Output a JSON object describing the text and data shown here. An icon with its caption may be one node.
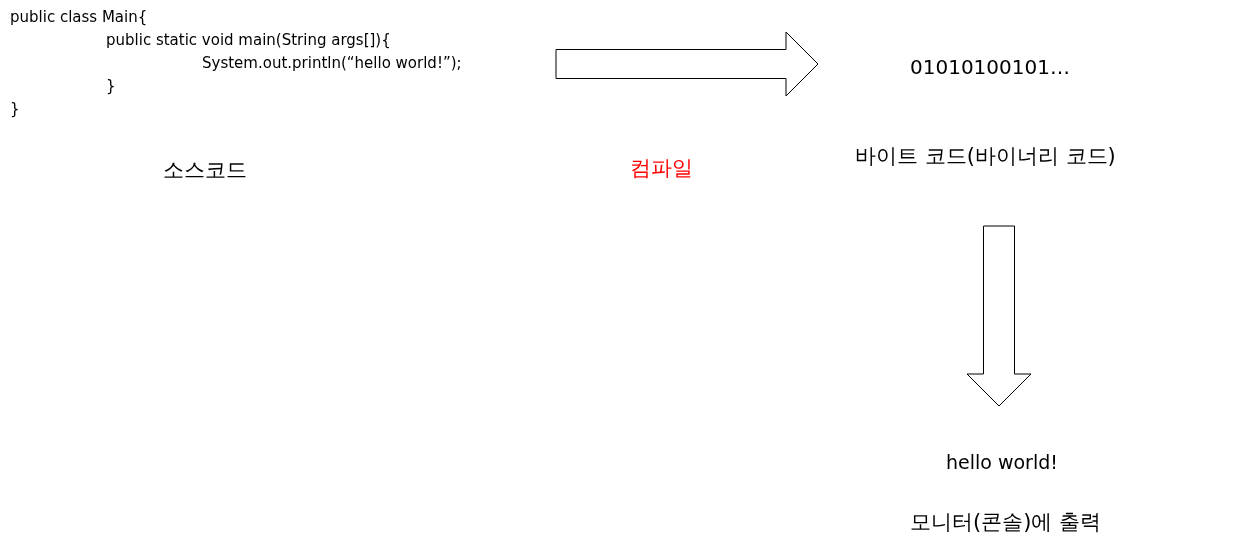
{
  "diagram": {
    "nodes": [
      {
        "text": [
          "public class Main{",
          "public static void main(String args[]){",
          "System.out.println(“hello world!”);",
          "}",
          "}"
        ],
        "beside": [
          "소스코드"
        ]
      },
      {
        "text": [
          "01010100101…"
        ],
        "beside": [
          "바이트 코드(바이너리 코드)"
        ]
      },
      {
        "text": [
          "hello world!"
        ],
        "beside": [
          "모니터(콘솔)에 출력"
        ]
      }
    ],
    "edges": [
      {
        "from": 0,
        "to": 1,
        "arrow": "to",
        "label": "컴파일"
      },
      {
        "from": 1,
        "to": 2,
        "arrow": "to"
      }
    ]
  }
}
